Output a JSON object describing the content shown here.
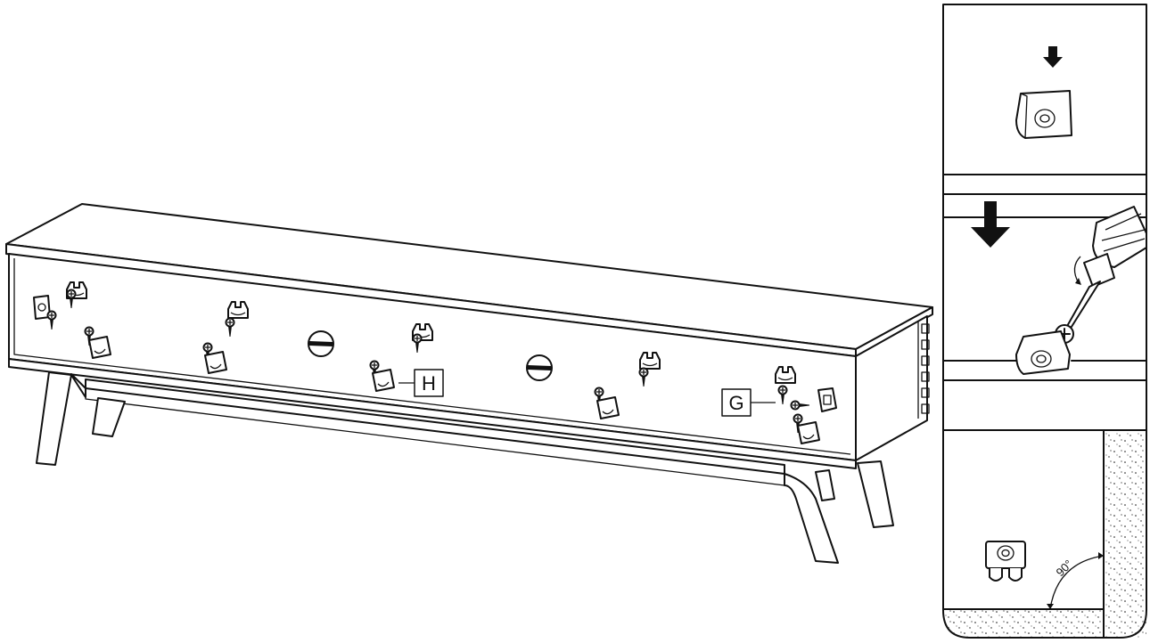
{
  "callouts": {
    "h_label": "H",
    "g_label": "G"
  },
  "detail": {
    "angle_label": "90°"
  }
}
